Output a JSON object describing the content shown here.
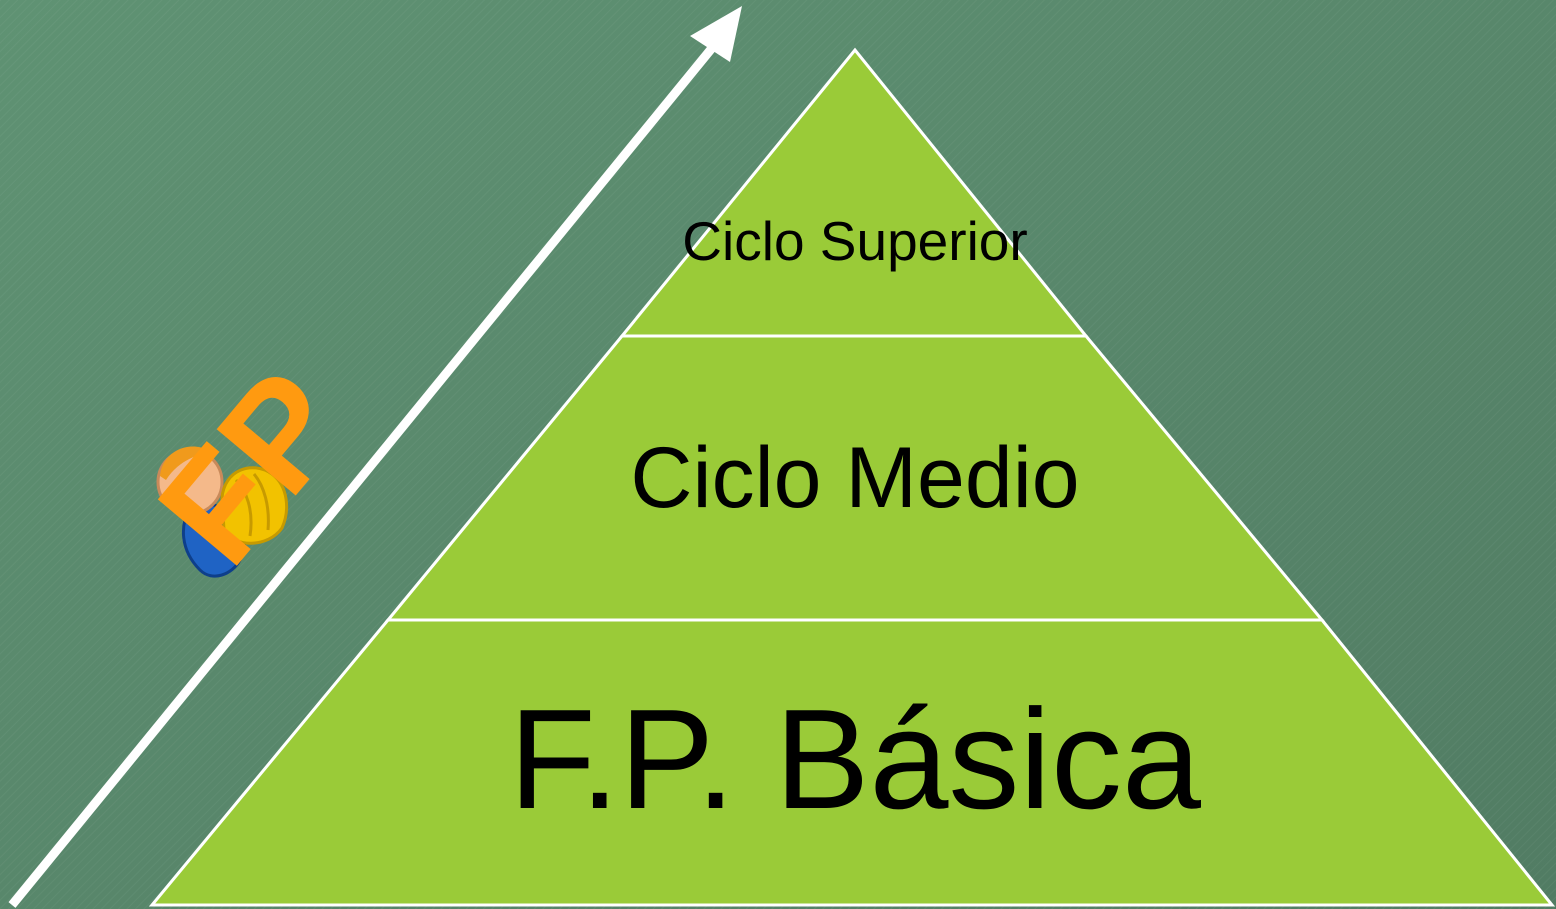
{
  "colors": {
    "background": "#5a8a6e",
    "pyramid_fill": "#9acb38",
    "pyramid_stroke": "#ffffff",
    "arrow": "#ffffff",
    "logo_text": "#ff9a10",
    "helmet": "#f2c200",
    "shirt": "#1f63c4",
    "skin": "#f4b98a"
  },
  "logo": {
    "text": "FP",
    "icon": "worker-person-icon"
  },
  "arrow": {
    "icon": "diagonal-arrow-icon"
  },
  "pyramid": {
    "tiers": [
      {
        "label": "Ciclo Superior"
      },
      {
        "label": "Ciclo Medio"
      },
      {
        "label": "F.P. Básica"
      }
    ]
  }
}
